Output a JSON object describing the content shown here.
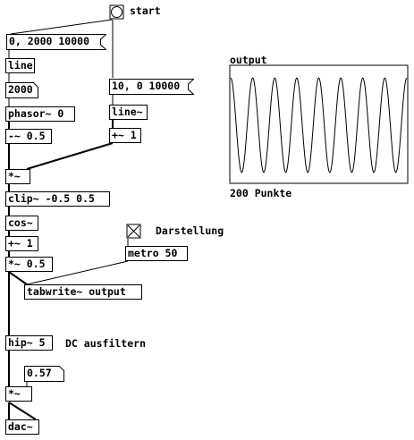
{
  "window": {
    "title": ""
  },
  "patch": {
    "bang_label": "start",
    "toggle_label": "Darstellung",
    "msg_start": "0, 2000 10000",
    "msg_end": "10, 0 10000",
    "line_left": "line",
    "line_right": "line~",
    "num_freq": "2000",
    "phasor": "phasor~ 0",
    "minus": "-~ 0.5",
    "plus_one_right": "+~ 1",
    "mult_top": "*~",
    "clip": "clip~ -0.5 0.5",
    "cos": "cos~",
    "plus_one": "+~ 1",
    "mult_half": "*~ 0.5",
    "tabwrite": "tabwrite~ output",
    "metro": "metro 50",
    "hip": "hip~ 5",
    "dc_comment": "DC ausfiltern",
    "gain_value": "0.57",
    "mult_gain": "*~",
    "dac": "dac~"
  },
  "graph": {
    "name": "output",
    "caption": "200 Punkte",
    "cycles": 8,
    "amplitude": 0.8,
    "line_color": "#000000"
  }
}
